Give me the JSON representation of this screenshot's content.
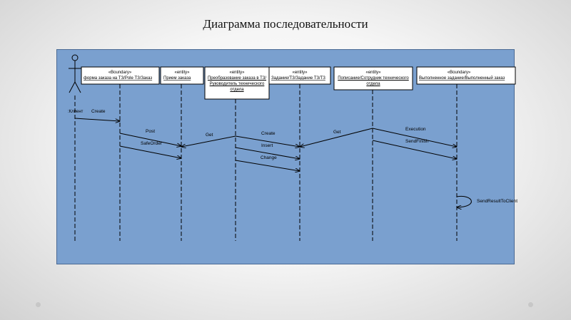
{
  "slide": {
    "title": "Диаграмма последовательности"
  },
  "actor": {
    "name": ":Клиент"
  },
  "lifelines": [
    {
      "stereotype": "«Boundary»",
      "name": "форма заказа на ТЗ/Pole ТЗ/Заказ"
    },
    {
      "stereotype": "«entity»",
      "name": "Прием заказа"
    },
    {
      "stereotype": "«entity»",
      "name": "Преобразование заказа в ТЗ/Руководитель технического отдела"
    },
    {
      "stereotype": "«entity»",
      "name": "Задание/ТЗ/Задание ТЗ/ТЗ"
    },
    {
      "stereotype": "«entity»",
      "name": "Пописание/Сотрудник технического отдела"
    },
    {
      "stereotype": "«Boundary»",
      "name": "Выполненное задание/Выполненный заказ"
    }
  ],
  "messages": [
    {
      "label": "Create"
    },
    {
      "label": "Post"
    },
    {
      "label": "SafeOrder"
    },
    {
      "label": "Get"
    },
    {
      "label": "Create"
    },
    {
      "label": "Insert"
    },
    {
      "label": "Change"
    },
    {
      "label": "Get"
    },
    {
      "label": "Execution"
    },
    {
      "label": "SendFinish"
    },
    {
      "label": "SendResultToClient"
    }
  ],
  "colors": {
    "frame_fill": "#7aa0cf",
    "box_fill": "#ffffff",
    "line": "#000000"
  }
}
